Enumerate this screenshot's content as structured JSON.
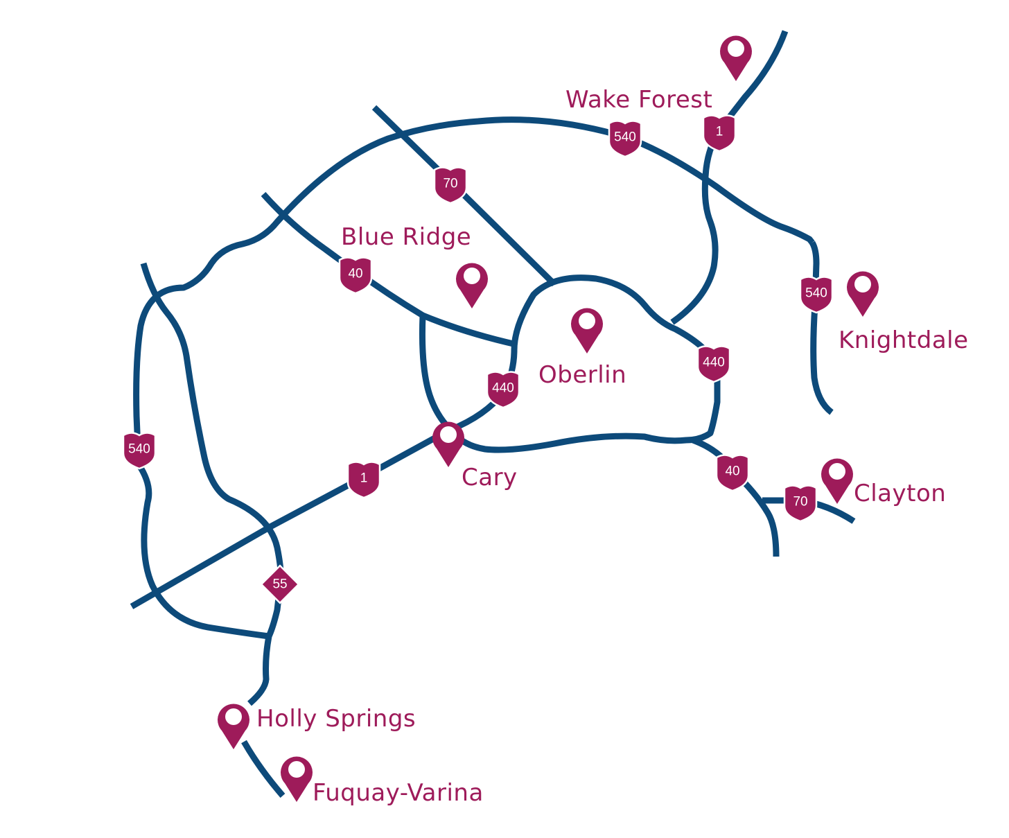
{
  "map": {
    "colors": {
      "road": "#0d4a7a",
      "accent": "#9e1b5a",
      "background": "#ffffff"
    },
    "towns": [
      {
        "id": "wake-forest",
        "label": "Wake Forest",
        "icon": "map-pin-icon"
      },
      {
        "id": "blue-ridge",
        "label": "Blue Ridge",
        "icon": "map-pin-icon"
      },
      {
        "id": "oberlin",
        "label": "Oberlin",
        "icon": "map-pin-icon"
      },
      {
        "id": "knightdale",
        "label": "Knightdale",
        "icon": "map-pin-icon"
      },
      {
        "id": "cary",
        "label": "Cary",
        "icon": "map-pin-icon"
      },
      {
        "id": "clayton",
        "label": "Clayton",
        "icon": "map-pin-icon"
      },
      {
        "id": "holly-springs",
        "label": "Holly Springs",
        "icon": "map-pin-icon"
      },
      {
        "id": "fuquay-varina",
        "label": "Fuquay-Varina",
        "icon": "map-pin-icon"
      }
    ],
    "shields": [
      {
        "id": "i540-north",
        "label": "540",
        "type": "interstate"
      },
      {
        "id": "us1-north",
        "label": "1",
        "type": "us-route"
      },
      {
        "id": "i70-north",
        "label": "70",
        "type": "interstate"
      },
      {
        "id": "i40-west",
        "label": "40",
        "type": "interstate"
      },
      {
        "id": "i540-east",
        "label": "540",
        "type": "interstate"
      },
      {
        "id": "i440-west",
        "label": "440",
        "type": "interstate"
      },
      {
        "id": "i440-east",
        "label": "440",
        "type": "interstate"
      },
      {
        "id": "i540-west",
        "label": "540",
        "type": "interstate"
      },
      {
        "id": "us1-south",
        "label": "1",
        "type": "us-route"
      },
      {
        "id": "i40-east",
        "label": "40",
        "type": "interstate"
      },
      {
        "id": "us70-east",
        "label": "70",
        "type": "us-route"
      },
      {
        "id": "nc55",
        "label": "55",
        "type": "state-route"
      }
    ]
  }
}
